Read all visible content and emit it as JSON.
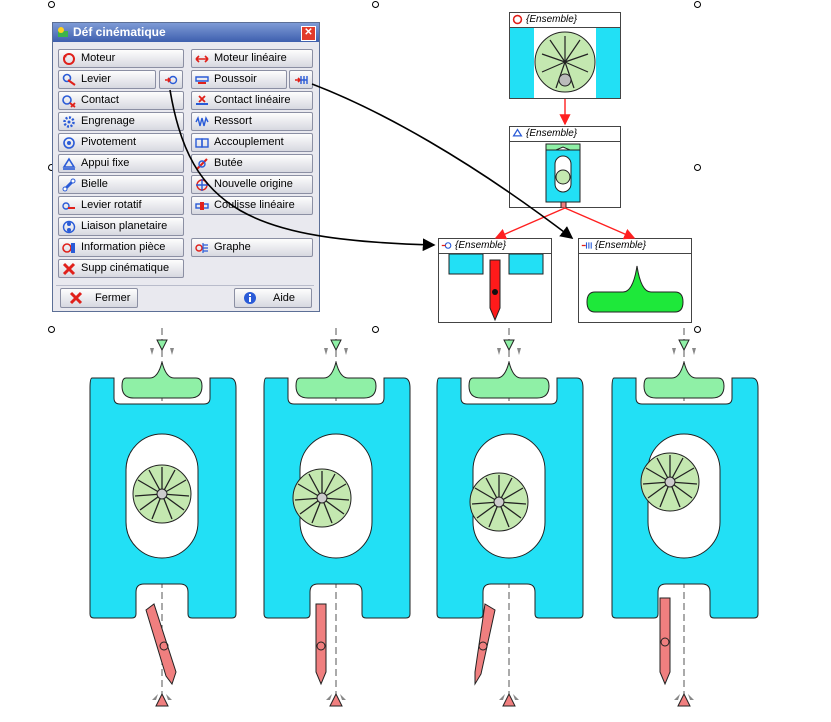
{
  "dialog": {
    "title": "Déf cinématique",
    "close_symbol": "✕",
    "buttons": [
      {
        "key": "moteur",
        "label": "Moteur",
        "icon": "motor-icon"
      },
      {
        "key": "moteur_lineaire",
        "label": "Moteur linéaire",
        "icon": "linear-motor-icon"
      },
      {
        "key": "levier",
        "label": "Levier",
        "icon": "lever-icon"
      },
      {
        "key": "poussoir",
        "label": "Poussoir",
        "icon": "pusher-icon"
      },
      {
        "key": "contact",
        "label": "Contact",
        "icon": "contact-icon"
      },
      {
        "key": "contact_lineaire",
        "label": "Contact linéaire",
        "icon": "linear-contact-icon"
      },
      {
        "key": "engrenage",
        "label": "Engrenage",
        "icon": "gear-icon"
      },
      {
        "key": "ressort",
        "label": "Ressort",
        "icon": "spring-icon"
      },
      {
        "key": "pivotement",
        "label": "Pivotement",
        "icon": "pivot-icon"
      },
      {
        "key": "accouplement",
        "label": "Accouplement",
        "icon": "coupling-icon"
      },
      {
        "key": "appui_fixe",
        "label": "Appui fixe",
        "icon": "fixed-support-icon"
      },
      {
        "key": "butee",
        "label": "Butée",
        "icon": "stop-icon"
      },
      {
        "key": "bielle",
        "label": "Bielle",
        "icon": "connecting-rod-icon"
      },
      {
        "key": "nouvelle_origine",
        "label": "Nouvelle origine",
        "icon": "new-origin-icon"
      },
      {
        "key": "levier_rotatif",
        "label": "Levier rotatif",
        "icon": "rotary-lever-icon"
      },
      {
        "key": "coulisse_lineaire",
        "label": "Coulisse linéaire",
        "icon": "linear-slide-icon"
      },
      {
        "key": "liaison_planetaire",
        "label": "Liaison planetaire",
        "icon": "planetary-link-icon"
      },
      {
        "key": "information_piece",
        "label": "Information pièce",
        "icon": "part-info-icon"
      },
      {
        "key": "graphe",
        "label": "Graphe",
        "icon": "graph-icon"
      },
      {
        "key": "supp_cinematique",
        "label": "Supp cinématique",
        "icon": "delete-kinematic-icon"
      }
    ],
    "fermer_label": "Fermer",
    "aide_label": "Aide"
  },
  "graph": {
    "nodes": [
      {
        "label": "{Ensemble}",
        "icon": "motor-icon"
      },
      {
        "label": "{Ensemble}",
        "icon": "fixed-support-icon"
      },
      {
        "label": "{Ensemble}",
        "icon": "lever-icon"
      },
      {
        "label": "{Ensemble}",
        "icon": "pusher-icon"
      }
    ]
  },
  "colors": {
    "frame_cyan": "#22e0f5",
    "gear_green": "#c4e8b0",
    "pusher_green": "#8ff0a6",
    "lever_red": "#f07f7f",
    "arrow_red": "#ff2020"
  }
}
